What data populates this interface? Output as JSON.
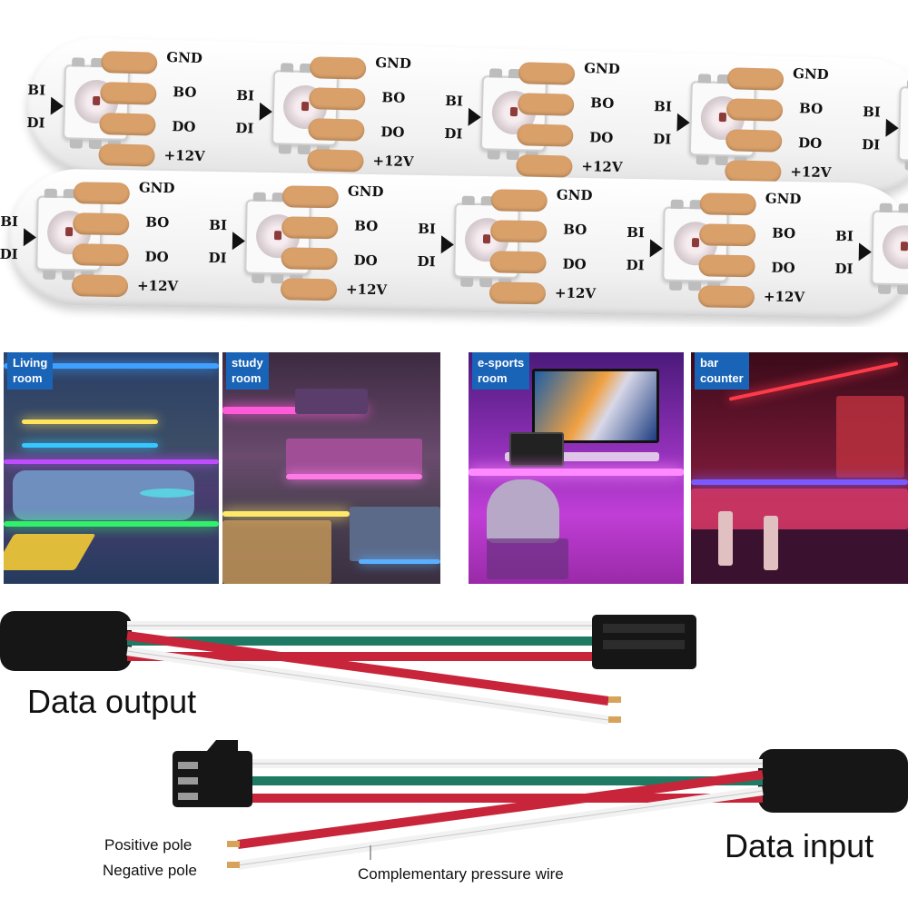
{
  "strip": {
    "pad_labels": {
      "gnd": "GND",
      "bo": "BO",
      "bi": "BI",
      "do": "DO",
      "di": "DI",
      "v12": "+12V"
    },
    "pad_color": "#d9a06a"
  },
  "rooms": [
    {
      "label": "Living\nroom"
    },
    {
      "label": "study\nroom"
    },
    {
      "label": "e-sports\nroom"
    },
    {
      "label": "bar\ncounter"
    }
  ],
  "room_label_color": "#1a64b8",
  "wiring": {
    "data_output": "Data output",
    "data_input": "Data input",
    "positive_pole": "Positive pole",
    "negative_pole": "Negative pole",
    "complementary_wire": "Complementary pressure wire",
    "wire_colors": {
      "white": "#f2f2f2",
      "green": "#1f7a64",
      "red": "#c8243a",
      "connector": "#161616"
    }
  }
}
